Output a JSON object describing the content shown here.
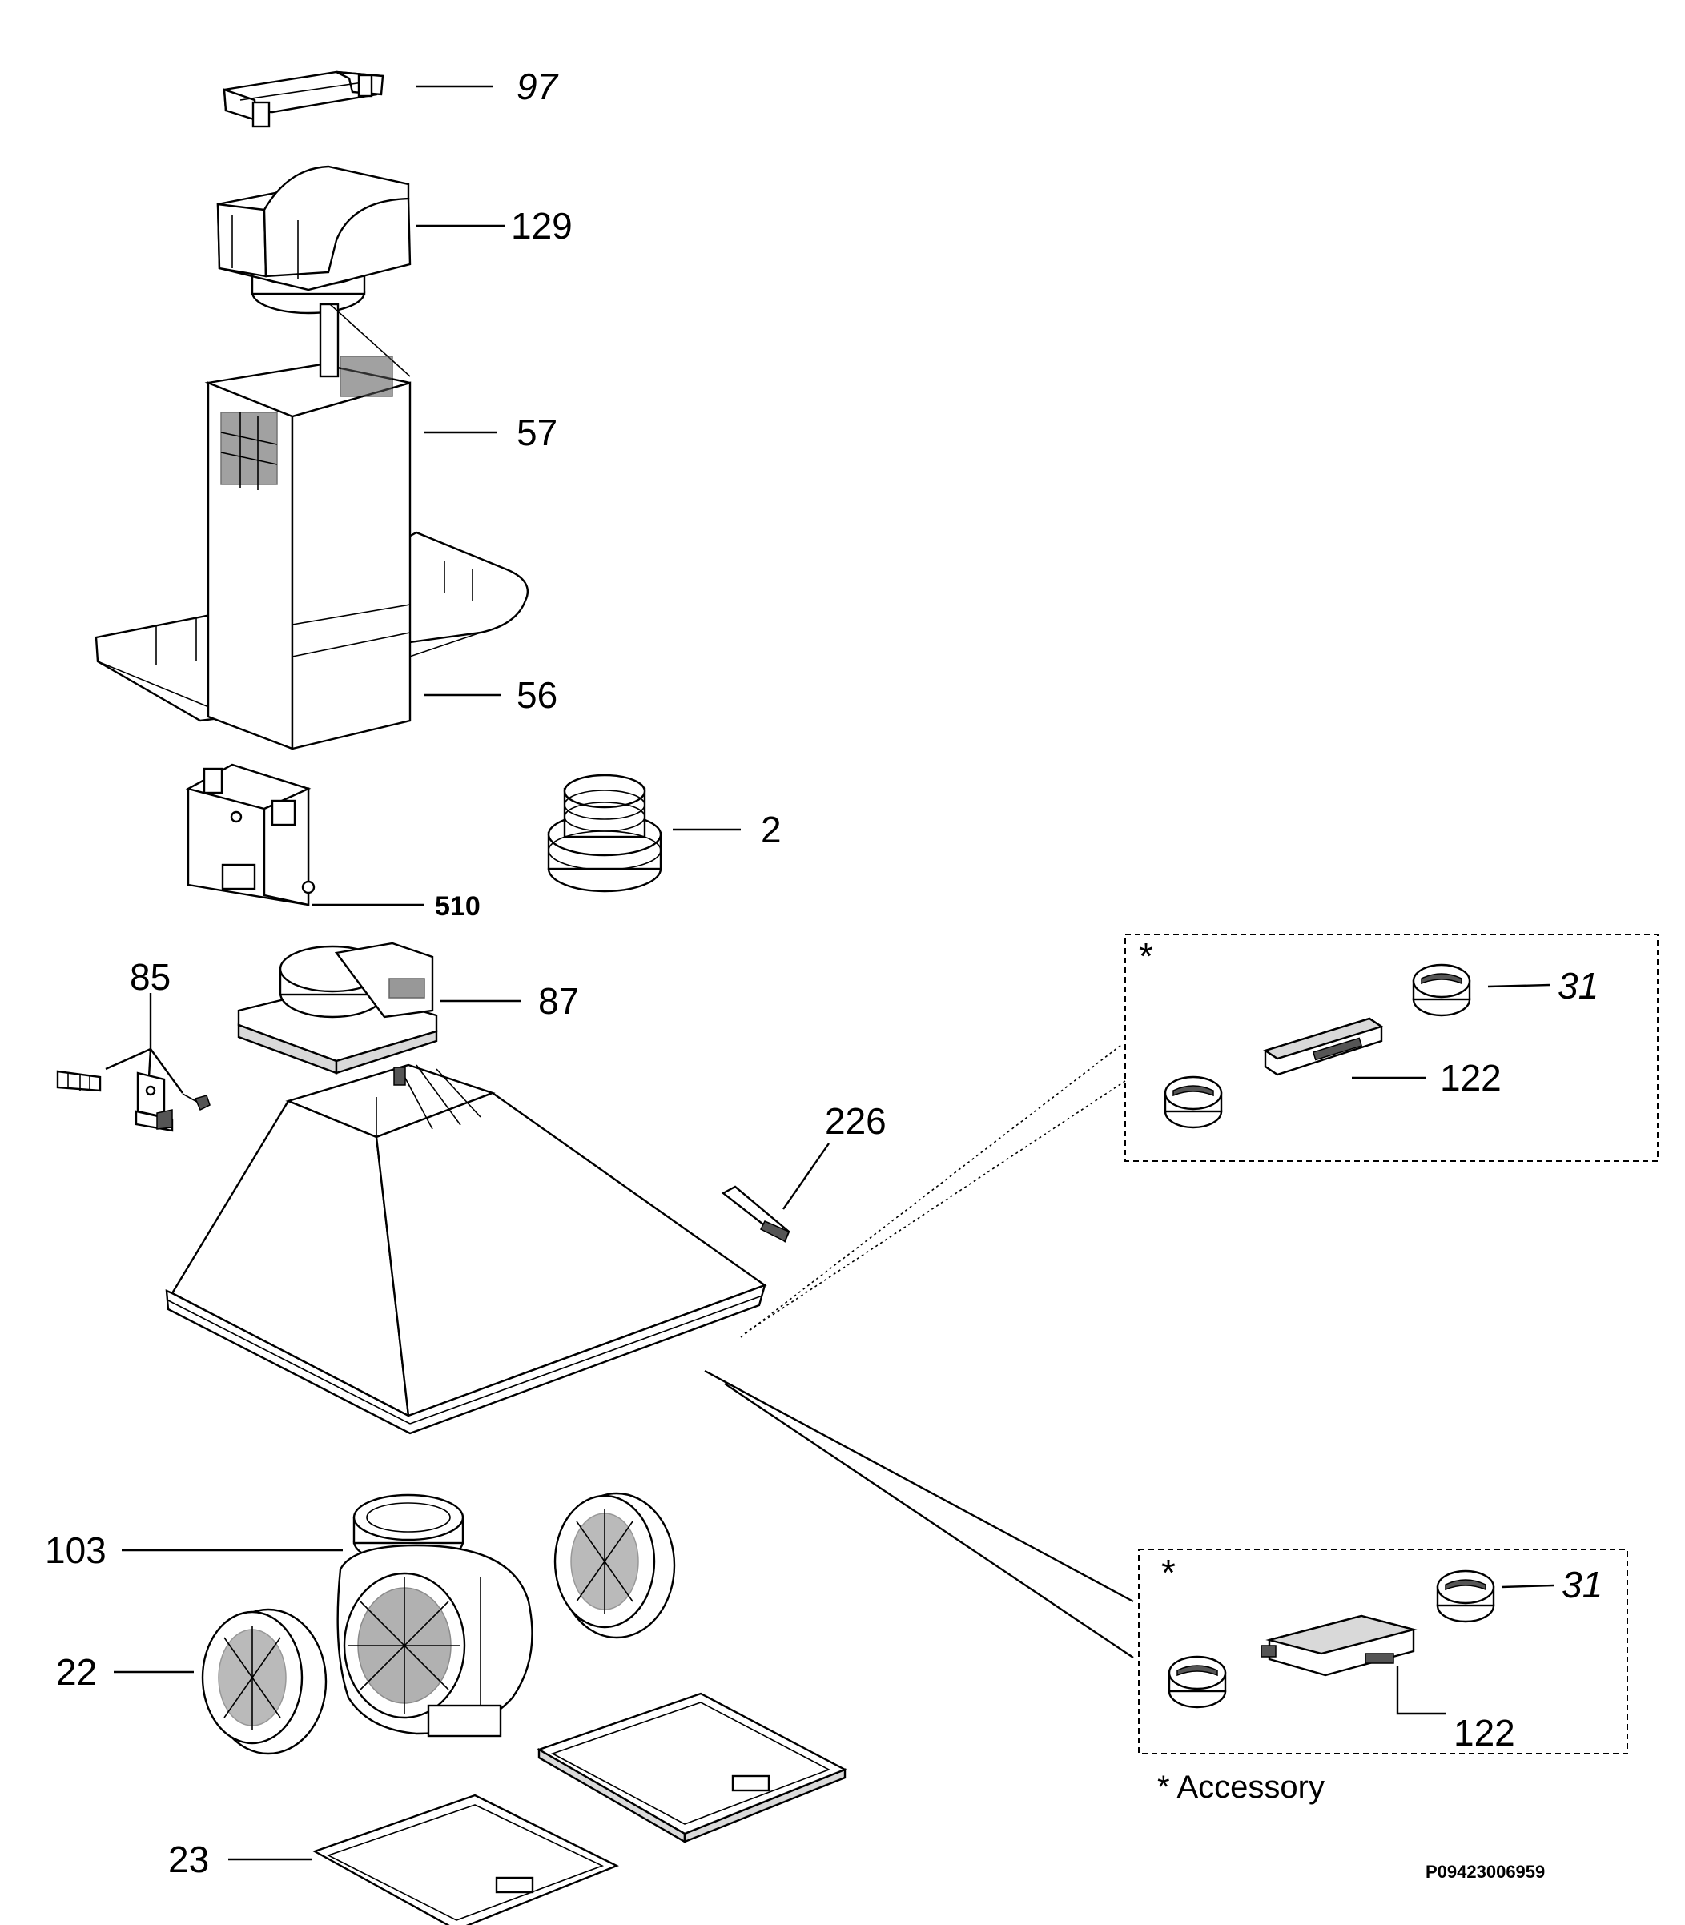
{
  "callouts": {
    "p97": "97",
    "p129": "129",
    "p57": "57",
    "p56": "56",
    "p2": "2",
    "p510": "510",
    "p85": "85",
    "p87": "87",
    "p226": "226",
    "p31a": "31",
    "p122a": "122",
    "p103": "103",
    "p22": "22",
    "p23": "23",
    "p31b": "31",
    "p122b": "122"
  },
  "accessory_marks": {
    "box1_star": "*",
    "box2_star": "*"
  },
  "legend_note": "* Accessory",
  "drawing_code": "P09423006959"
}
